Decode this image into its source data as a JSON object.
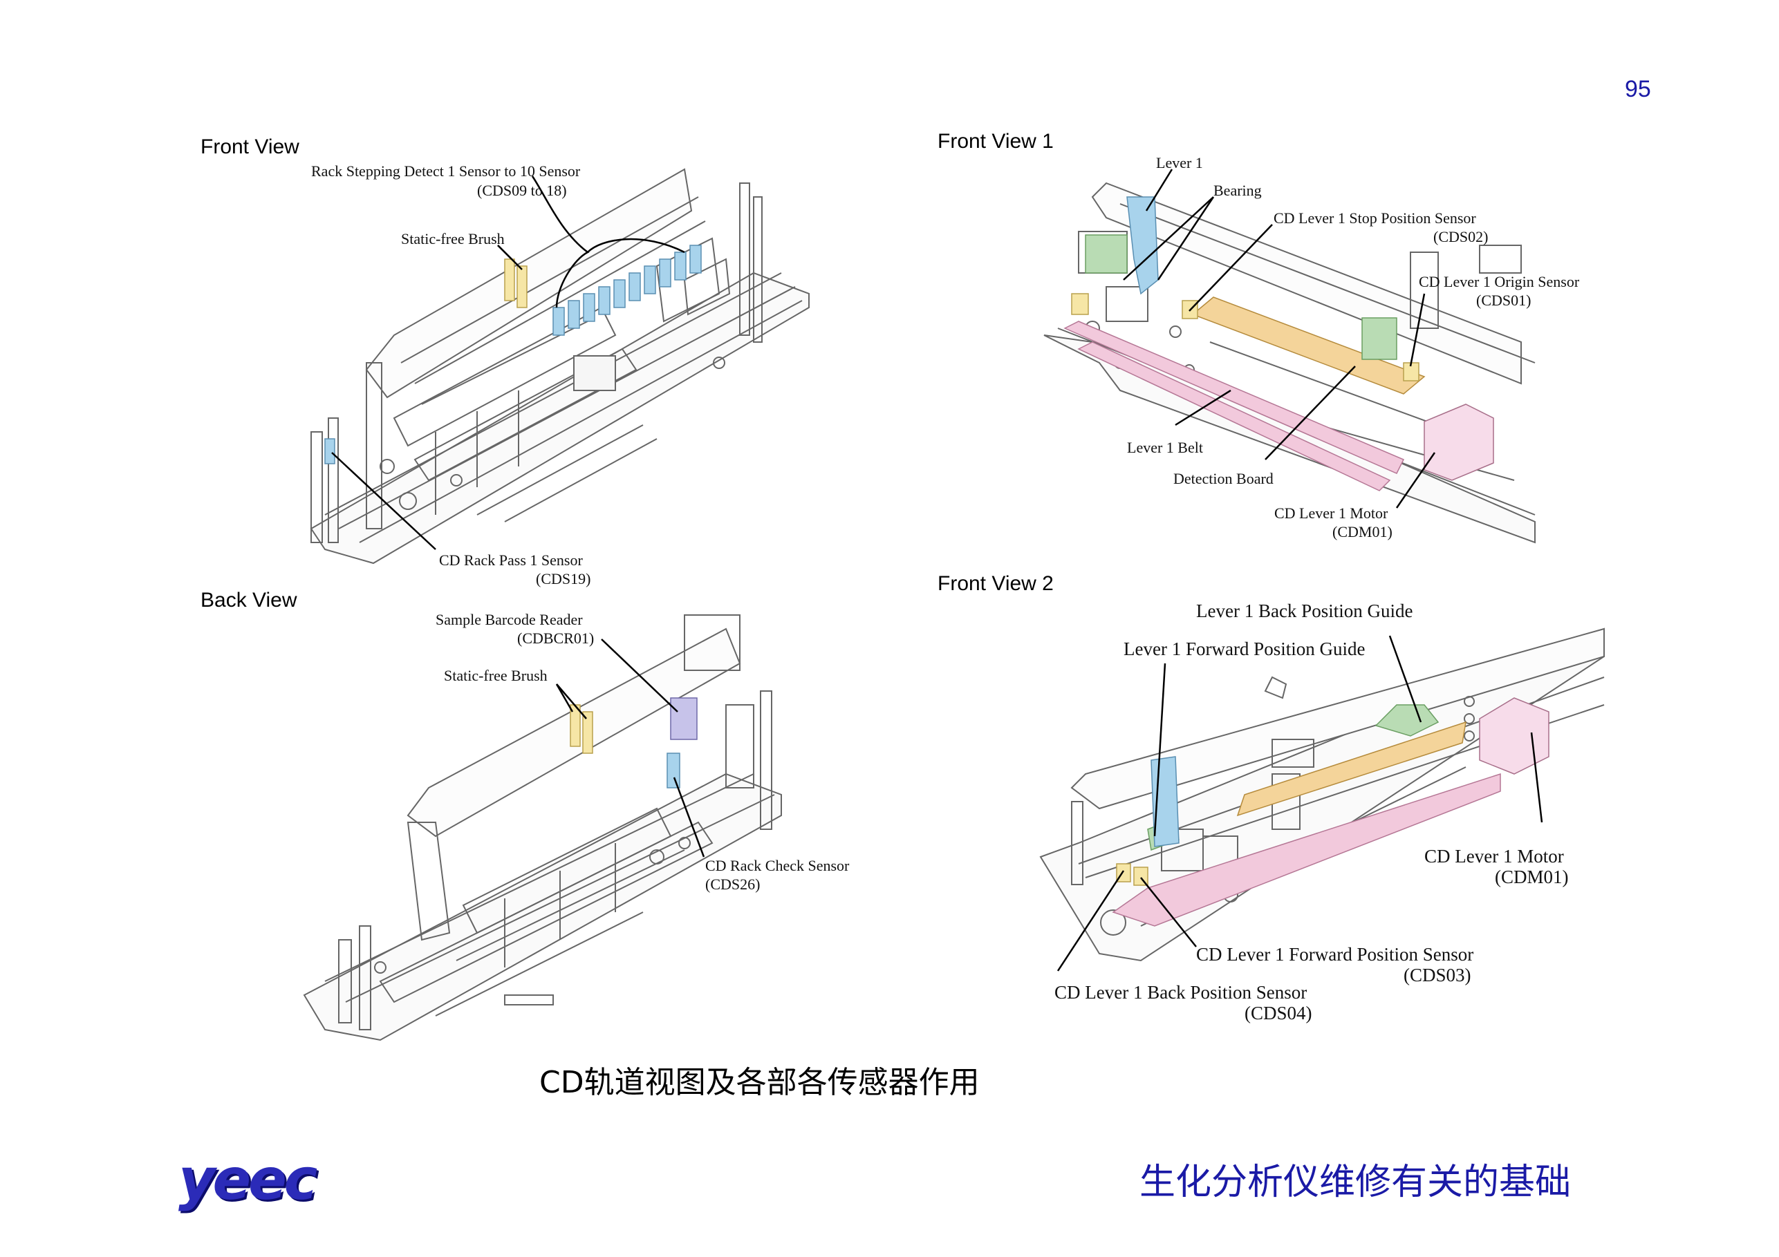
{
  "page_number": "95",
  "panels": {
    "front_view": {
      "title": "Front View",
      "labels": {
        "rack_stepping_l1": "Rack Stepping Detect 1 Sensor to 10 Sensor",
        "rack_stepping_l2": "(CDS09 to 18)",
        "brush": "Static-free Brush",
        "pass_l1": "CD Rack Pass 1 Sensor",
        "pass_l2": "(CDS19)"
      }
    },
    "back_view": {
      "title": "Back View",
      "labels": {
        "barcode_l1": "Sample Barcode Reader",
        "barcode_l2": "(CDBCR01)",
        "brush": "Static-free Brush",
        "check_l1": "CD Rack Check Sensor",
        "check_l2": "(CDS26)"
      }
    },
    "front_view_1": {
      "title": "Front View 1",
      "labels": {
        "lever": "Lever 1",
        "bearing": "Bearing",
        "stop_l1": "CD Lever 1 Stop Position Sensor",
        "stop_l2": "(CDS02)",
        "origin_l1": "CD Lever 1 Origin Sensor",
        "origin_l2": "(CDS01)",
        "belt": "Lever 1 Belt",
        "board": "Detection Board",
        "motor_l1": "CD Lever 1 Motor",
        "motor_l2": "(CDM01)"
      }
    },
    "front_view_2": {
      "title": "Front View 2",
      "labels": {
        "back_guide": "Lever 1 Back Position Guide",
        "fwd_guide": "Lever 1 Forward Position Guide",
        "motor_l1": "CD Lever 1 Motor",
        "motor_l2": "(CDM01)",
        "fwd_sensor_l1": "CD Lever 1 Forward Position Sensor",
        "fwd_sensor_l2": "(CDS03)",
        "back_sensor_l1": "CD Lever 1 Back Position Sensor",
        "back_sensor_l2": "(CDS04)"
      }
    }
  },
  "caption": "CD轨道视图及各部各传感器作用",
  "footer_title": "生化分析仪维修有关的基础",
  "logo_text": "yeec",
  "colors": {
    "accent_blue": "#1a1aa6",
    "highlight_blue": "#a8d3ec",
    "highlight_yellow": "#f6e6a6",
    "highlight_orange": "#f4d49a",
    "highlight_pink": "#f2c9dc",
    "highlight_green": "#b9dcb4",
    "highlight_purple": "#c7c3ea"
  }
}
